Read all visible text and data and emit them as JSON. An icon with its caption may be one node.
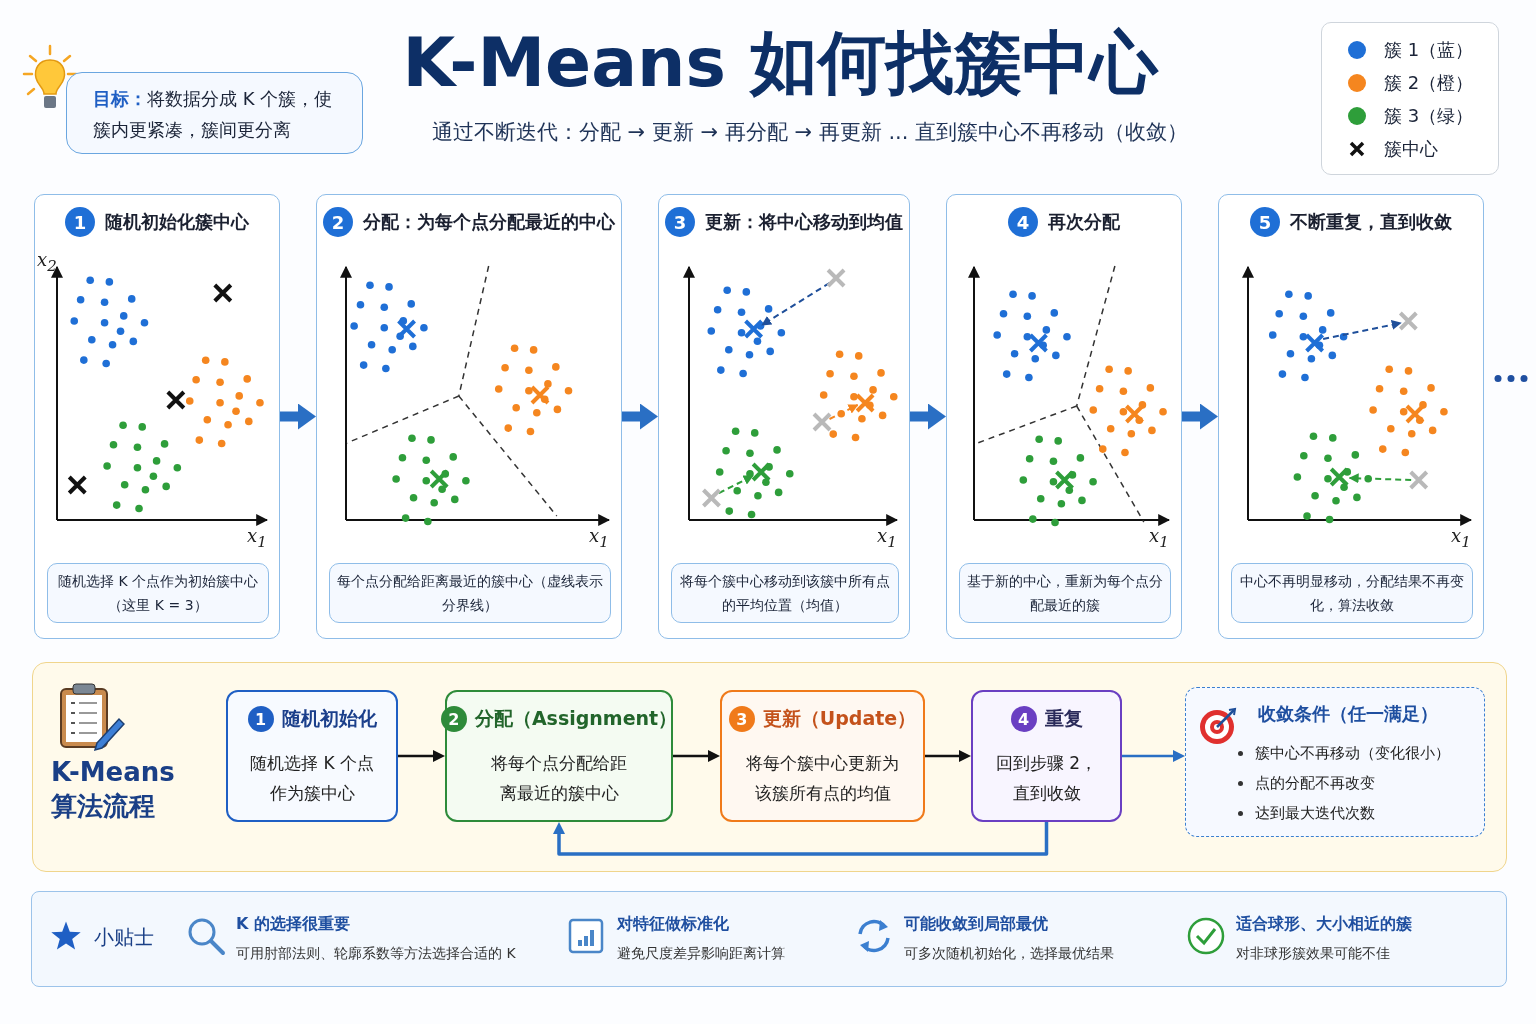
{
  "diagram": {
    "title": "K-Means 如何找簇中心",
    "nodes": [
      {
        "text": [
          "**目标：**将数据分成 K 个簇，使簇内更紧凑，簇间更分离"
        ]
      },
      {
        "text": [
          "1",
          "随机初始化簇中心",
          "x$_{2}$",
          "x$_{1}$"
        ]
      },
      {
        "text": [
          "随机选择 K 个点作为初始簇中心（这里 K = 3）"
        ],
        "in": 1
      },
      {
        "text": [
          "2",
          "分配：为每个点分配最近的中心",
          "x$_{1}$"
        ]
      },
      {
        "text": [
          "每个点分配给距离最近的簇中心（虚线表示分界线）"
        ],
        "in": 3
      },
      {
        "text": [
          "3",
          "更新：将中心移动到均值",
          "x$_{1}$"
        ]
      },
      {
        "text": [
          "将每个簇中心移动到该簇中所有点的平均位置（均值）"
        ],
        "in": 5
      },
      {
        "text": [
          "4",
          "再次分配",
          "x$_{1}$"
        ]
      },
      {
        "text": [
          "基于新的中心，重新为每个点分配最近的簇"
        ],
        "in": 7
      },
      {
        "text": [
          "5",
          "不断重复，直到收敛",
          "x$_{1}$"
        ]
      },
      {
        "text": [
          "中心不再明显移动，分配结果不再变化，算法收敛"
        ],
        "in": 9
      },
      {
        "text": [
          "K-Means 算法流程"
        ]
      },
      {
        "text": [
          "1",
          "随机初始化",
          "随机选择 K 个点作为簇中心"
        ],
        "in": 11
      },
      {
        "text": [
          "2",
          "分配（Assignment）",
          "将每个点分配给距离最近的簇中心"
        ],
        "in": 11
      },
      {
        "text": [
          "3",
          "更新（Update）",
          "将每个簇中心更新为该簇所有点的均值"
        ],
        "in": 11
      },
      {
        "text": [
          "4",
          "重复",
          "回到步骤 2，直到收敛"
        ],
        "in": 11
      },
      {
        "text": [
          "收敛条件（任一满足）",
          "簇中心不再移动（变化很小）",
          "点的分配不再改变",
          "达到最大迭代次数"
        ],
        "in": 11
      },
      {
        "text": [
          "小贴士",
          "K 的选择很重要",
          "可用肘部法则、轮廓系数等方法选择合适的 K",
          "对特征做标准化",
          "避免尺度差异影响距离计算",
          "可能收敛到局部最优",
          "可多次随机初始化，选择最优结果",
          "适合球形、大小相近的簇",
          "对非球形簇效果可能不佳"
        ]
      }
    ],
    "edges": [
      {
        "from": 1,
        "to": 3,
        "arrow": "to",
        "style": "thick"
      },
      {
        "from": 3,
        "to": 5,
        "arrow": "to",
        "style": "thick"
      },
      {
        "from": 5,
        "to": 7,
        "arrow": "to",
        "style": "thick"
      },
      {
        "from": 7,
        "to": 9,
        "arrow": "to",
        "style": "thick"
      },
      {
        "from": 12,
        "to": 13,
        "arrow": "to",
        "color": "#111111"
      },
      {
        "from": 13,
        "to": 14,
        "arrow": "to",
        "color": "#111111"
      },
      {
        "from": 14,
        "to": 15,
        "arrow": "to",
        "color": "#111111"
      },
      {
        "from": 15,
        "to": 16,
        "arrow": "to"
      },
      {
        "from": 15,
        "to": 13,
        "arrow": "to"
      }
    ],
    "labels": [
      "通过不断迭代：分配 → 更新 → 再分配 → 再更新 ... 直到簇中心不再移动（收敛）"
    ],
    "legend": [
      {
        "text": "簇 1（蓝）",
        "color": "#1f6fd6"
      },
      {
        "text": "簇 2（橙）",
        "color": "#f5861f"
      },
      {
        "text": "簇 3（绿）",
        "color": "#2e9e3a"
      },
      {
        "text": "簇中心"
      }
    ]
  }
}
